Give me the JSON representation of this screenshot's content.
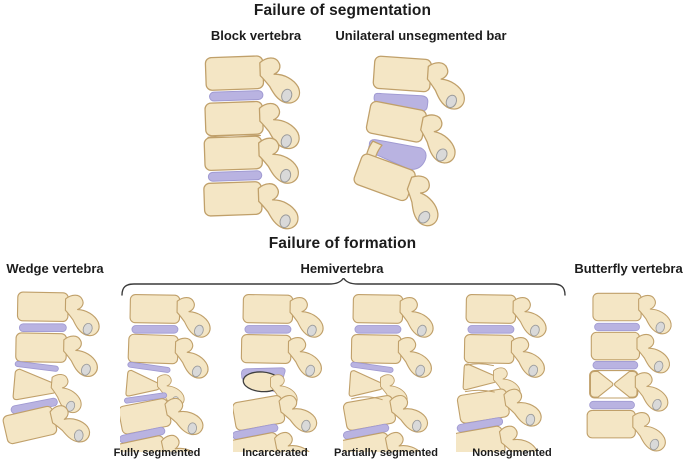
{
  "colors": {
    "background": "#ffffff",
    "bone_fill": "#F4E6C5",
    "bone_outline": "#C0A06A",
    "disc_fill": "#B9B3E1",
    "disc_outline": "#A09AD2",
    "facet_fill": "#D9D9D9",
    "text": "#1C1C1C"
  },
  "sections": {
    "segmentation": {
      "title": "Failure of segmentation",
      "figures": {
        "block": {
          "label": "Block vertebra",
          "illustration": "spine-lateral-two-fused-vertebrae"
        },
        "unilateral_bar": {
          "label": "Unilateral unsegmented bar",
          "illustration": "spine-lateral-curved-with-bony-bar"
        }
      }
    },
    "formation": {
      "title": "Failure of formation",
      "figures": {
        "wedge": {
          "label": "Wedge vertebra",
          "illustration": "spine-lateral-wedge-shaped-vertebra"
        },
        "hemivertebra": {
          "label": "Hemivertebra",
          "subtypes": {
            "fully_segmented": {
              "label": "Fully segmented",
              "illustration": "hemivertebra-discs-above-and-below"
            },
            "incarcerated": {
              "label": "Incarcerated",
              "illustration": "hemivertebra-oval-nested-dark-outline"
            },
            "partially_segmented": {
              "label": "Partially segmented",
              "illustration": "hemivertebra-disc-one-side-only"
            },
            "nonsegmented": {
              "label": "Nonsegmented",
              "illustration": "hemivertebra-fused-both-sides"
            }
          }
        },
        "butterfly": {
          "label": "Butterfly vertebra",
          "illustration": "vertebra-with-white-central-cleft-x"
        }
      }
    }
  }
}
